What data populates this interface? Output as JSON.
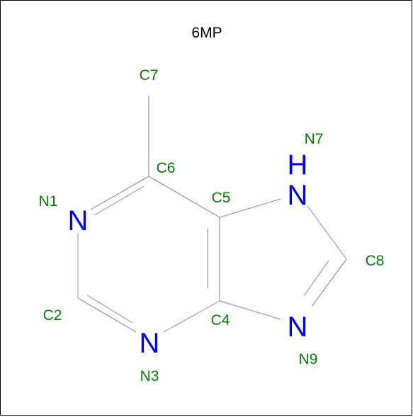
{
  "title": "6MP",
  "colors": {
    "heteroatom": "#0000ff",
    "atom_label": "#008000",
    "carbon_bond": "#808080",
    "hetero_bond": "#8080ff",
    "title": "#000000"
  },
  "atoms": {
    "n1": {
      "label": "N1",
      "element": "N"
    },
    "c2": {
      "label": "C2"
    },
    "n3": {
      "label": "N3",
      "element": "N"
    },
    "c4": {
      "label": "C4"
    },
    "c5": {
      "label": "C5"
    },
    "c6": {
      "label": "C6"
    },
    "c7": {
      "label": "C7"
    },
    "n7": {
      "label": "N7",
      "element": "N",
      "hydrogen": "H"
    },
    "c8": {
      "label": "C8"
    },
    "n9": {
      "label": "N9",
      "element": "N"
    }
  }
}
